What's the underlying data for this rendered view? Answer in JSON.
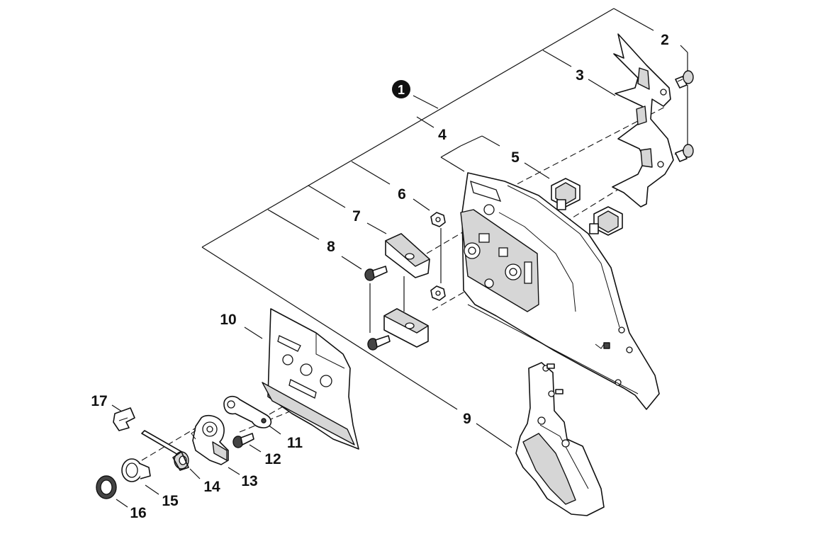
{
  "diagram": {
    "callouts": {
      "c1": "1",
      "c2": "2",
      "c3": "3",
      "c4": "4",
      "c5": "5",
      "c6": "6",
      "c7": "7",
      "c8": "8",
      "c9": "9",
      "c10": "10",
      "c11": "11",
      "c12": "12",
      "c13": "13",
      "c14": "14",
      "c15": "15",
      "c16": "16",
      "c17": "17"
    },
    "colors": {
      "ink": "#111111",
      "paper": "#ffffff",
      "shade": "#d6d6d6"
    }
  }
}
